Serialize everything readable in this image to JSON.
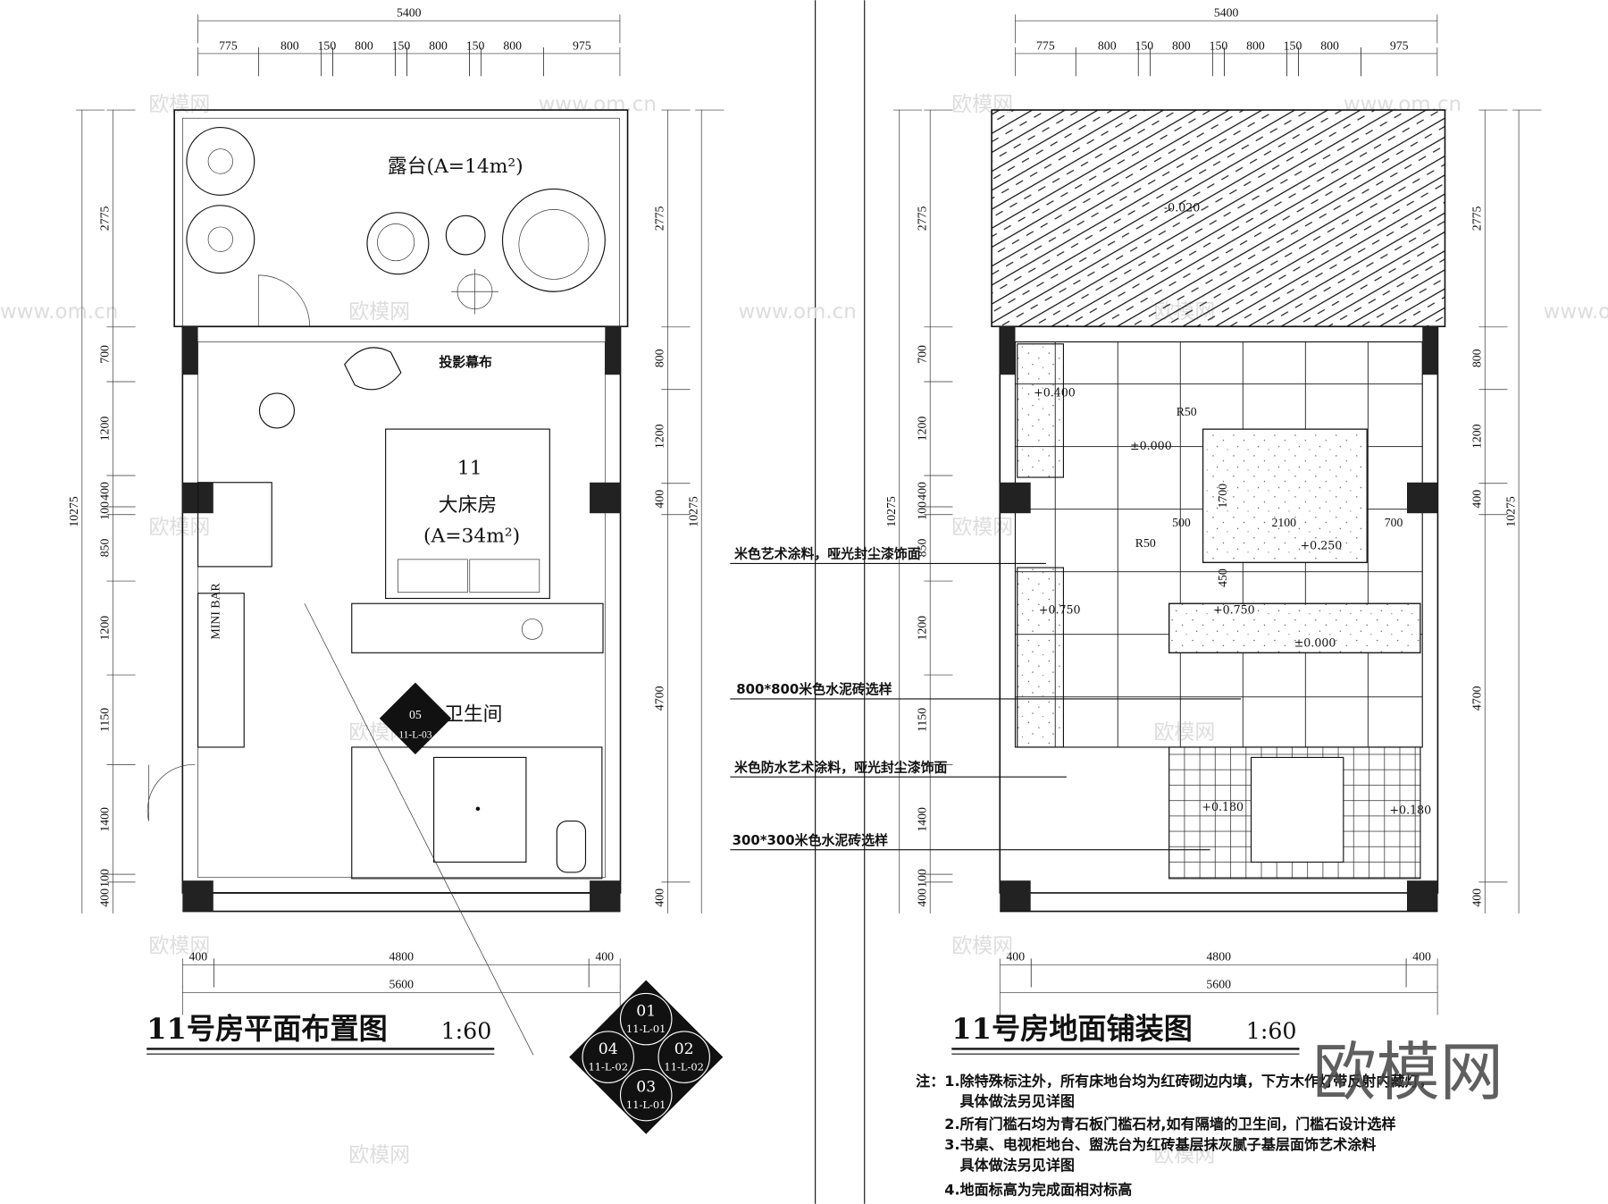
{
  "left_plan": {
    "title": "11号房平面布置图",
    "scale": "1:60",
    "terrace_label": "露台(A=14m²)",
    "room_number": "11",
    "room_name": "大床房",
    "room_area": "(A=34m²)",
    "screen_label": "投影幕布",
    "bath_label": "卫生间",
    "minibar": "MINI BAR",
    "bath_tag": {
      "num": "05",
      "ref": "11-L-03"
    }
  },
  "index_symbol": [
    {
      "num": "01",
      "ref": "11-L-01"
    },
    {
      "num": "02",
      "ref": "11-L-02"
    },
    {
      "num": "03",
      "ref": "11-L-01"
    },
    {
      "num": "04",
      "ref": "11-L-02"
    }
  ],
  "right_plan": {
    "title": "11号房地面铺装图",
    "scale": "1:60",
    "levels": [
      "-0.020",
      "+0.400",
      "±0.000",
      "+0.250",
      "+0.750",
      "+0.750",
      "±0.000",
      "+0.180",
      "+0.180"
    ],
    "inner_dims": [
      "R50",
      "1700",
      "500",
      "2100",
      "700",
      "R50",
      "450"
    ]
  },
  "callouts": [
    "米色艺术涂料，哑光封尘漆饰面",
    "800*800米色水泥砖选样",
    "米色防水艺术涂料，哑光封尘漆饰面",
    "300*300米色水泥砖选样"
  ],
  "notes": {
    "prefix": "注：",
    "items": [
      "1.除特殊标注外，所有床地台均为红砖砌边内填，下方木作灯带反射内藏灯，",
      "具体做法另见详图",
      "2.所有门槛石均为青石板门槛石材,如有隔墙的卫生间，门槛石设计选样",
      "3.书桌、电视柜地台、盥洗台为红砖基层抹灰腻子基层面饰艺术涂料",
      "具体做法另见详图",
      "4.地面标高为完成面相对标高"
    ]
  },
  "dims": {
    "top_total": "5400",
    "top": [
      "775",
      "800",
      "150",
      "800",
      "150",
      "800",
      "150",
      "800",
      "975"
    ],
    "left": [
      "2775",
      "700",
      "1200",
      "400",
      "100",
      "850",
      "1200",
      "1150",
      "1400",
      "100",
      "400"
    ],
    "left_total": "10275",
    "right": [
      "2775",
      "800",
      "1200",
      "400",
      "4700",
      "400"
    ],
    "right_total": "10275",
    "bottom": [
      "400",
      "4800",
      "400"
    ],
    "bottom_total": "5600"
  },
  "watermark": {
    "logo": "欧模网",
    "url": "www.om.cn"
  }
}
